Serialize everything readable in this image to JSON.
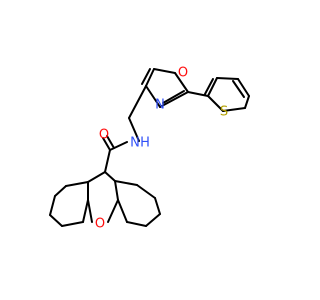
{
  "structure": {
    "atoms": {
      "n_amide": "N",
      "h_amide": "H",
      "o_carbonyl": "O",
      "n_isoxazole": "N",
      "o_isoxazole": "O",
      "s_thiophene": "S",
      "o_xanthene": "O"
    },
    "colors": {
      "bond": "#000000",
      "nitrogen": "#3050F8",
      "oxygen": "#FF0D0D",
      "sulfur": "#B2A000"
    }
  }
}
